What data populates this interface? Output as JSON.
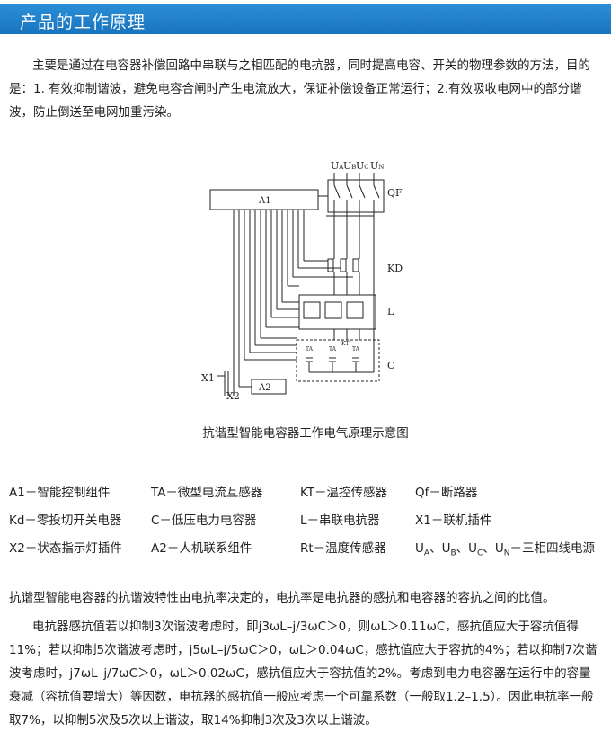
{
  "header": {
    "title": "产品的工作原理"
  },
  "intro": "主要是通过在电容器补偿回路中串联与之相匹配的电抗器，同时提高电容、开关的物理参数的方法，目的是：1. 有效抑制谐波，避免电容合闸时产生电流放大，保证补偿设备正常运行；2.有效吸收电网中的部分谐波，防止倒送至电网加重污染。",
  "diagram": {
    "phase_labels": [
      "U",
      "U",
      "U",
      "U"
    ],
    "phase_subs": [
      "A",
      "B",
      "C",
      "N"
    ],
    "label_qf": "QF",
    "label_a1": "A1",
    "label_kd": "KD",
    "label_l": "L",
    "label_c": "C",
    "label_x1": "X1",
    "label_x2": "X2",
    "label_a2": "A2",
    "label_ta1": "TA",
    "label_ta2": "TA",
    "label_ta3": "TA",
    "label_kt": "KT"
  },
  "caption": "抗谐型智能电容器工作电气原理示意图",
  "legend": [
    "A1－智能控制组件",
    "TA－微型电流互感器",
    "KT－温控传感器",
    "Qf－断路器",
    "Kd－零投切开关电器",
    "C－低压电力电容器",
    "L－串联电抗器",
    "X1－联机插件",
    "X2－状态指示灯插件",
    "A2－人机联系组件",
    "Rt－温度传感器"
  ],
  "legend_power": {
    "u": "U",
    "subs": [
      "A",
      "B",
      "C",
      "N"
    ],
    "seps": [
      "、",
      "、",
      "、"
    ],
    "tail": "－三相四线电源"
  },
  "para1": "抗谐型智能电容器的抗谐波特性由电抗率决定的，电抗率是电抗器的感抗和电容器的容抗之间的比值。",
  "para2": "电抗器感抗值若以抑制3次谐波考虑时，即j3ωL–j/3ωC＞0，则ωL＞0.11ωC，感抗值应大于容抗值得11%；若以抑制5次谐波考虑时，j5ωL–j/5ωC＞0，ωL＞0.04ωC，感抗值应大于容抗的4%；若以抑制7次谐波考虑时，j7ωL–j/7ωC＞0，ωL＞0.02ωC，感抗值应大于容抗值的2%。考虑到电力电容器在运行中的容量衰减（容抗值要增大）等因数，电抗器的感抗值一般应考虑一个可靠系数（一般取1.2–1.5）。因此电抗率一般取7%，以抑制5次及5次以上谐波，取14%抑制3次及3次以上谐波。"
}
